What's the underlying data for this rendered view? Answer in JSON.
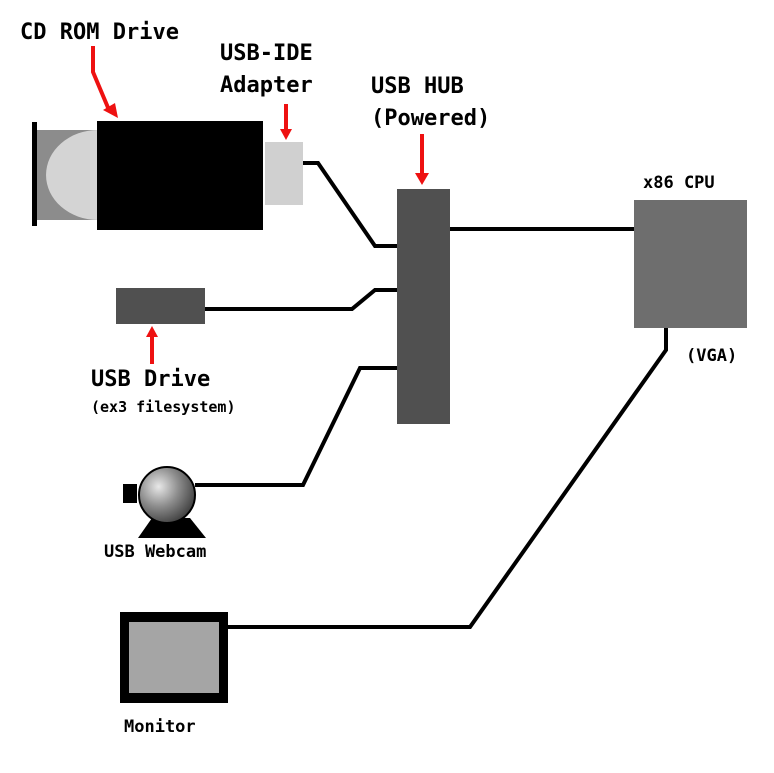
{
  "labels": {
    "cdrom": "CD ROM Drive",
    "usb_ide_1": "USB-IDE",
    "usb_ide_2": "Adapter",
    "hub_1": "USB HUB",
    "hub_2": "(Powered)",
    "cpu": "x86 CPU",
    "vga": "(VGA)",
    "usb_drive": "USB Drive",
    "usb_drive_fs": "(ex3 filesystem)",
    "webcam": "USB Webcam",
    "monitor": "Monitor"
  },
  "colors": {
    "arrow": "#ee1111",
    "wire": "#000000",
    "hub": "#505050",
    "cpu": "#6e6e6e",
    "usb_drive": "#505050",
    "adapter": "#d0d0d0",
    "cdrom_body": "#000000",
    "cdrom_tray": "#8c8c8c",
    "cdrom_disc": "#d4d4d4",
    "monitor_screen": "#a5a5a5"
  }
}
